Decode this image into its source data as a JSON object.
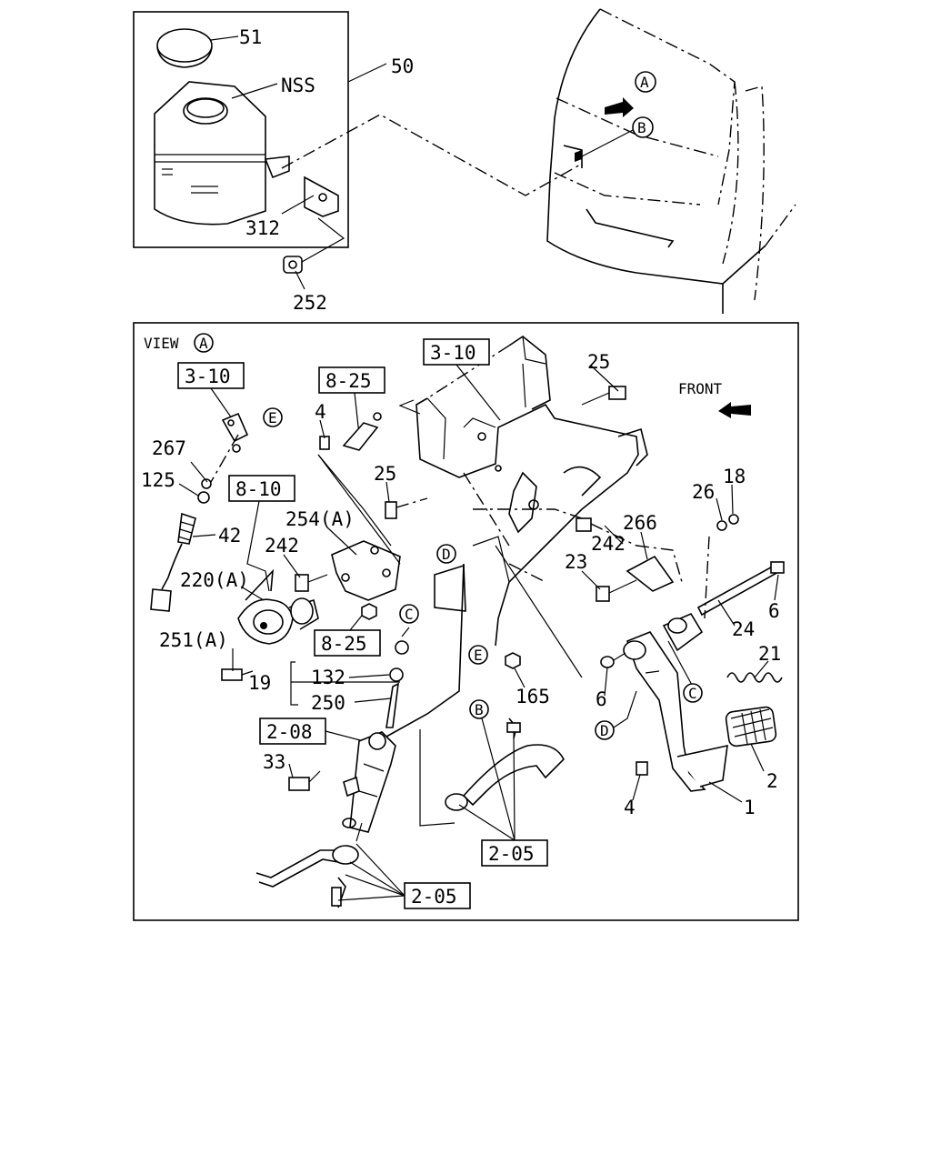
{
  "top_panel": {
    "callouts": {
      "cap": "51",
      "reservoir_assembly": "50",
      "nss": "NSS",
      "bracket": "312",
      "nut": "252"
    }
  },
  "vehicle_markers": {
    "view_a": "A",
    "point_b": "B"
  },
  "bottom_panel": {
    "view_label": "VIEW",
    "view_letter": "A",
    "front_label": "FRONT",
    "ref_boxes": {
      "bracket_ref_left": "3-10",
      "bracket_ref_top": "3-10",
      "ref_8_25_top": "8-25",
      "ref_8_10": "8-10",
      "ref_8_25_mid": "8-25",
      "ref_2_08": "2-08",
      "ref_2_05_right": "2-05",
      "ref_2_05_bottom": "2-05"
    },
    "callouts": {
      "p25_top": "25",
      "p4_top": "4",
      "p267": "267",
      "p125": "125",
      "p42": "42",
      "p25_mid": "25",
      "p254a": "254(A)",
      "p242_left": "242",
      "p220a": "220(A)",
      "p251a": "251(A)",
      "p19": "19",
      "p132": "132",
      "p250": "250",
      "p33": "33",
      "p26": "26",
      "p18": "18",
      "p266": "266",
      "p242_right": "242",
      "p23": "23",
      "p6_right": "6",
      "p24": "24",
      "p21": "21",
      "p165": "165",
      "p6_mid": "6",
      "p2": "2",
      "p4_bottom": "4",
      "p1": "1"
    },
    "circle_markers": {
      "e_top": "E",
      "d_mid": "D",
      "c_left": "C",
      "e_mid": "E",
      "b_mid": "B",
      "c_right": "C",
      "d_bottom": "D"
    }
  }
}
